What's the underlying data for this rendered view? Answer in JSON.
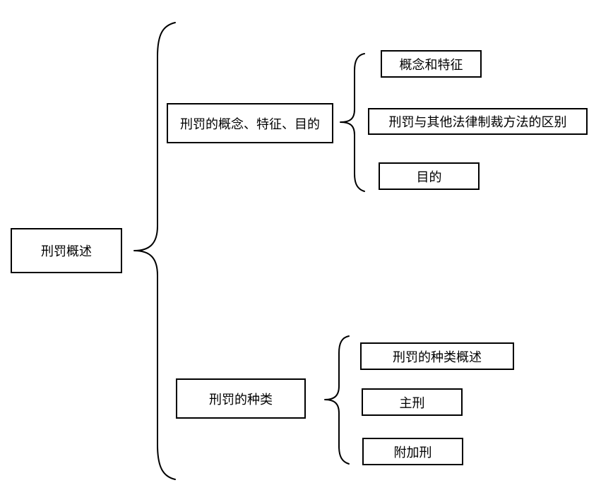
{
  "root": {
    "label": "刑罚概述"
  },
  "branches": [
    {
      "label": "刑罚的概念、特征、目的",
      "children": [
        "概念和特征",
        "刑罚与其他法律制裁方法的区别",
        "目的"
      ]
    },
    {
      "label": "刑罚的种类",
      "children": [
        "刑罚的种类概述",
        "主刑",
        "附加刑"
      ]
    }
  ]
}
